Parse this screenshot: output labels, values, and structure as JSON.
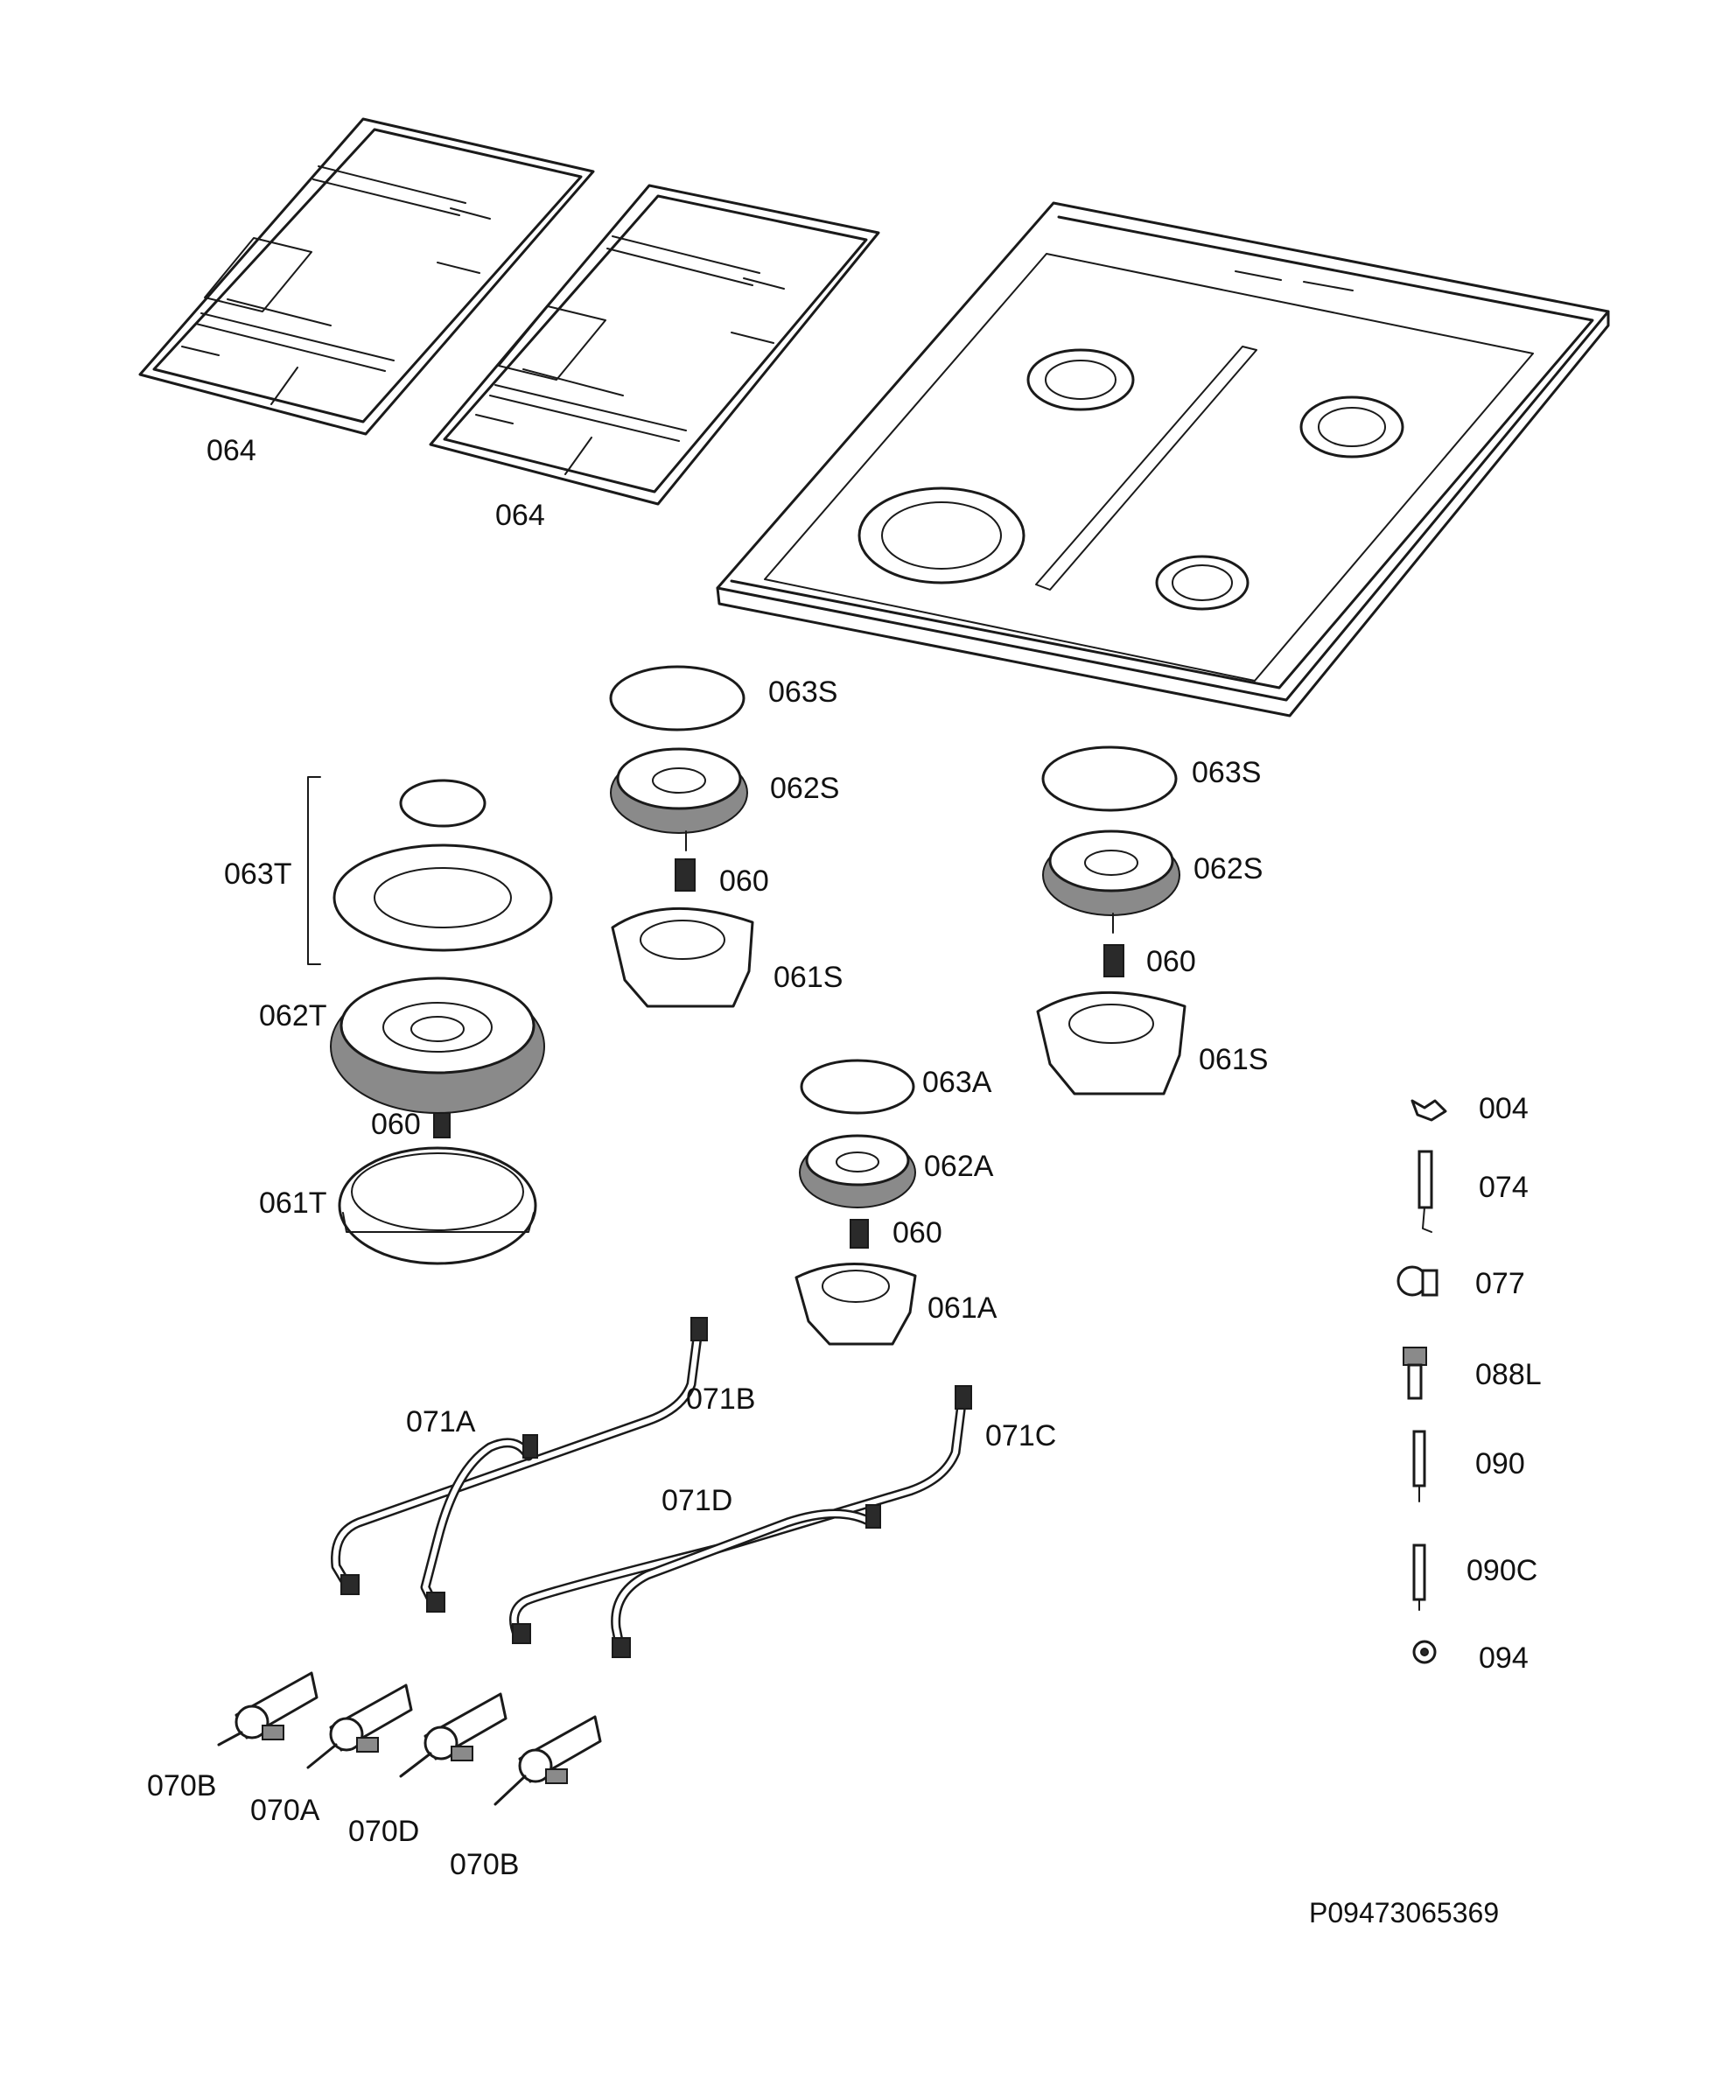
{
  "diagram": {
    "labels": {
      "pan_support_left": "064",
      "pan_support_right": "064",
      "cap_s_top": "063S",
      "head_s_top": "062S",
      "injector_s_top": "060",
      "base_s_top": "061S",
      "cap_s_right": "063S",
      "head_s_right": "062S",
      "injector_s_right": "060",
      "base_s_right": "061S",
      "cap_t": "063T",
      "head_t": "062T",
      "injector_t": "060",
      "base_t": "061T",
      "cap_a": "063A",
      "head_a": "062A",
      "injector_a": "060",
      "base_a": "061A",
      "pipe_071a": "071A",
      "pipe_071b": "071B",
      "pipe_071c": "071C",
      "pipe_071d": "071D",
      "tap_070b_left": "070B",
      "tap_070a": "070A",
      "tap_070d": "070D",
      "tap_070b_right": "070B",
      "part_004": "004",
      "part_074": "074",
      "part_077": "077",
      "part_088l": "088L",
      "part_090": "090",
      "part_090c": "090C",
      "part_094": "094"
    },
    "drawing_code": "P09473065369"
  }
}
